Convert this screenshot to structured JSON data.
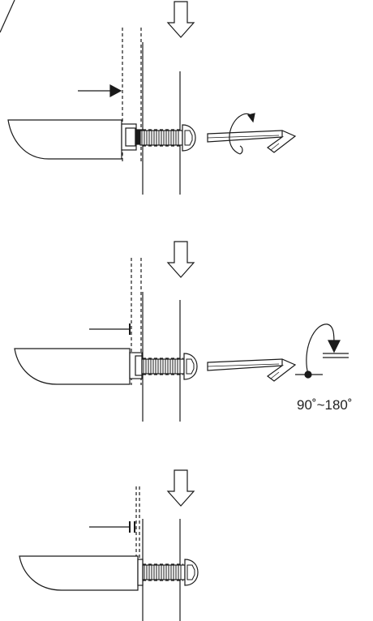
{
  "figure": {
    "steps": [
      {
        "id": "step-1",
        "wrench": "rotating"
      },
      {
        "id": "step-2",
        "wrench": "rotate-range"
      },
      {
        "id": "step-3",
        "wrench": "none"
      }
    ],
    "rotation_range": {
      "label": "90˚~180˚",
      "from_deg": 90,
      "to_deg": 180
    },
    "colors": {
      "stroke": "#1a1a1a",
      "fill": "#ffffff"
    }
  }
}
